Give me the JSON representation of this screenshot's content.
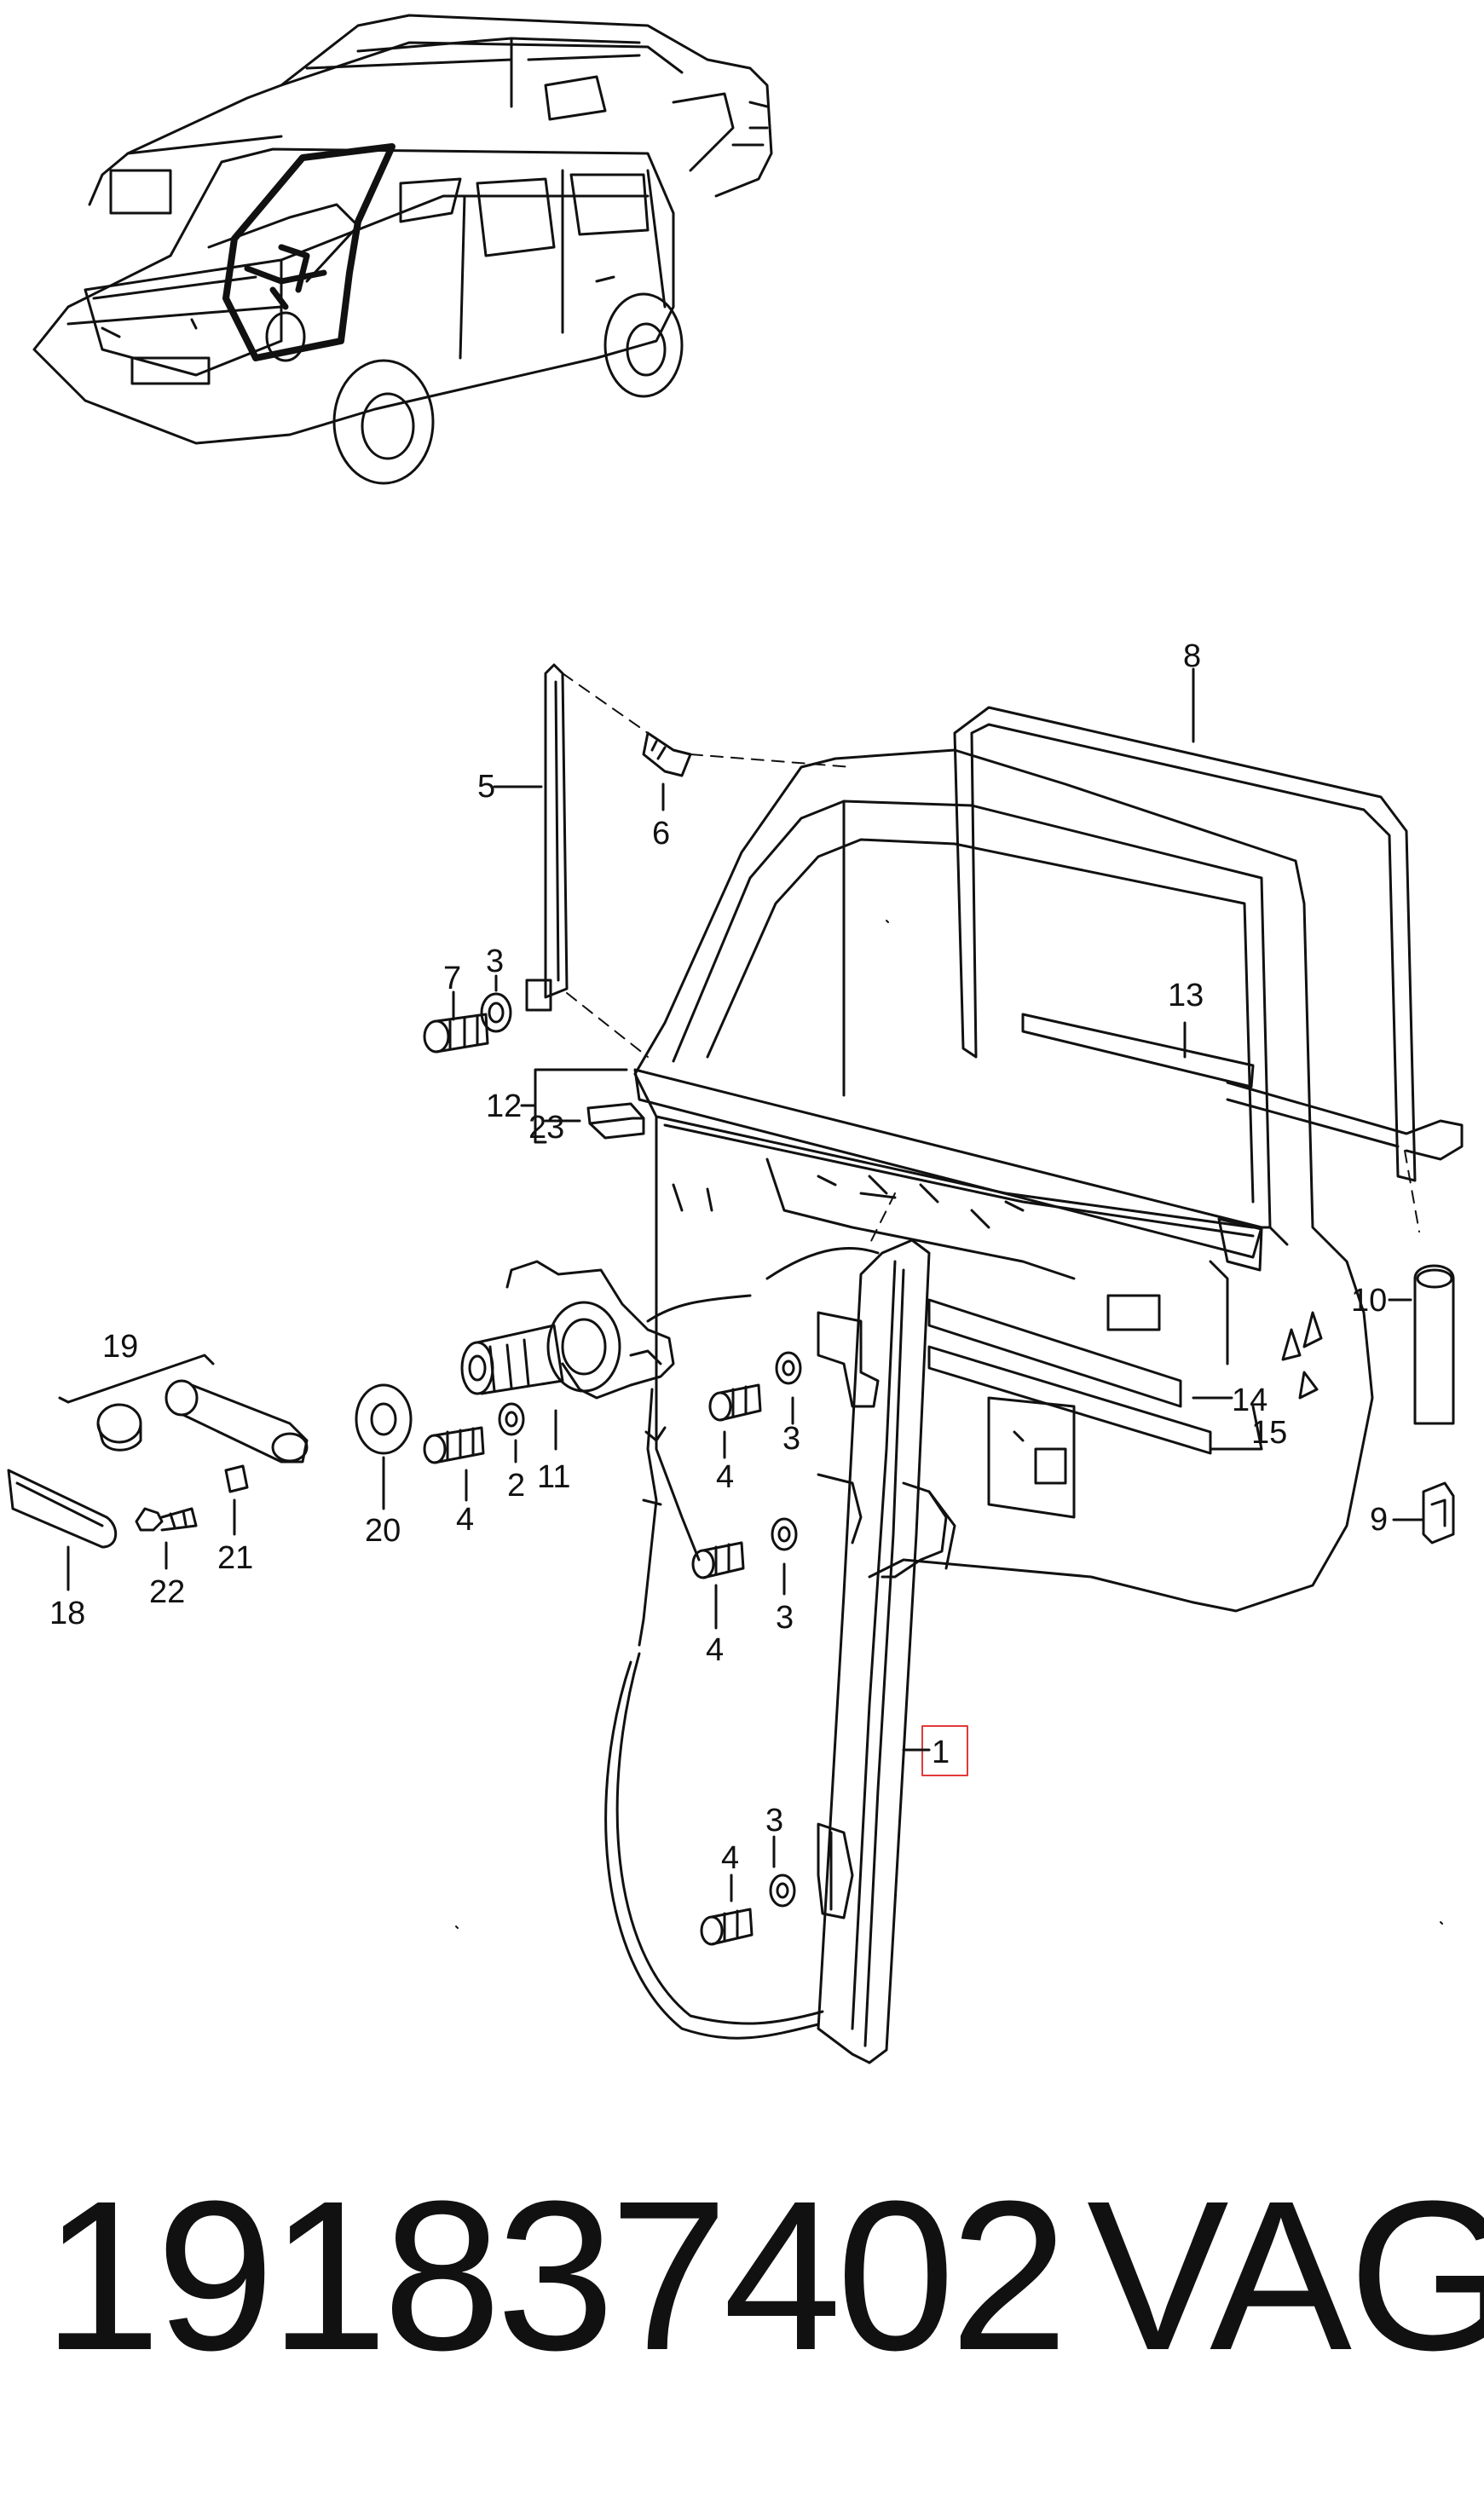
{
  "diagram": {
    "labels": {
      "n1": "1",
      "n2": "2",
      "n3a": "3",
      "n3b": "3",
      "n3c": "3",
      "n3d": "3",
      "n4a": "4",
      "n4b": "4",
      "n4c": "4",
      "n4d": "4",
      "n5": "5",
      "n6": "6",
      "n7": "7",
      "n8": "8",
      "n9": "9",
      "n10": "10",
      "n11": "11",
      "n12": "12",
      "n13": "13",
      "n14": "14",
      "n15": "15",
      "n18": "18",
      "n19": "19",
      "n20": "20",
      "n21": "21",
      "n22": "22",
      "n23": "23"
    },
    "highlight_color": "#e03a3a",
    "line_color": "#111111"
  },
  "footer": {
    "part_number": "191837402",
    "brand": "VAG"
  }
}
